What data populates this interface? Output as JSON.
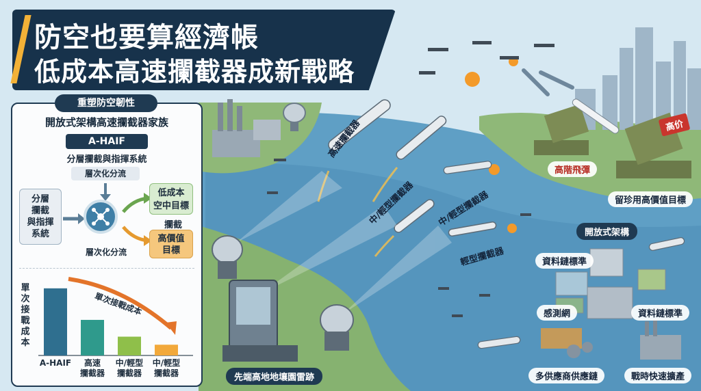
{
  "title": {
    "line1": "防空也要算經濟帳",
    "line2": "低成本高速攔截器成新戰略"
  },
  "left_panel": {
    "tab": "重塑防空韌性",
    "heading": "開放式架構高速攔截器家族",
    "pill": "A-HAIF",
    "layer_system": "分層攔截與指揮系統",
    "flow_top": "層次化分流",
    "left_box": "分層\n攔截\n與指揮\n系統",
    "box_low": "低成本\n空中目標",
    "intercept": "攔截",
    "box_high": "高價值\n目標",
    "flow_bottom": "層次化分流"
  },
  "chart_data": {
    "type": "bar",
    "ylabel": "單次接戰成本",
    "annotation": "單次接戰成本",
    "categories": [
      "A-HAIF",
      "高速\n攔截器",
      "中/輕型\n攔截器",
      "中/輕型\n攔截器"
    ],
    "values": [
      100,
      53,
      28,
      16
    ],
    "ylim": [
      0,
      110
    ],
    "colors": [
      "#2f6f8f",
      "#2f9a8c",
      "#8fbf4a",
      "#f2a93b"
    ]
  },
  "scene": {
    "interceptor_high_speed": "高速攔截器",
    "interceptor_medium_light_1": "中/輕型攔截器",
    "interceptor_medium_light_2": "中/輕型攔截器",
    "interceptor_light": "輕型攔截器",
    "radar": "先端高地地壤園雷跡",
    "high_cost_missile": "高階飛彈",
    "price_tag": "高价",
    "reserve": "留珍用高價值目標"
  },
  "open_arch": {
    "title": "開放式架構",
    "data_link_1": "資料鏈標準",
    "sensor_net": "感測網",
    "data_link_2": "資料鏈標準",
    "supply_chain": "多供應商供應鏈",
    "wartime": "戰時快速擴產"
  },
  "colors": {
    "navy": "#17324b",
    "accent": "#f2b137",
    "sea": "#5f9fc5",
    "land": "#7fae6a",
    "alert": "#c9352d"
  }
}
